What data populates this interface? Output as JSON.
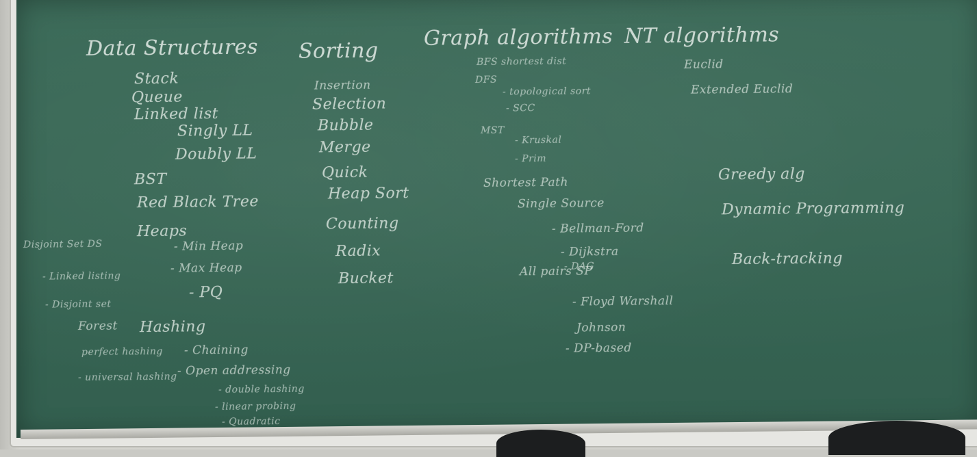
{
  "board": {
    "columns": [
      {
        "id": "data-structures",
        "title": "Data Structures",
        "items": [
          "Stack",
          "Queue",
          "Linked list",
          "Singly LL",
          "Doubly LL",
          "BST",
          "Red Black Tree",
          "Heaps",
          "- Min Heap",
          "- Max Heap",
          "- PQ",
          "Disjoint Set DS",
          "- Linked listing",
          "- Disjoint set",
          "Forest",
          "Hashing",
          "- Chaining",
          "- Open addressing",
          "- double hashing",
          "- linear probing",
          "- Quadratic",
          "perfect hashing",
          "- universal hashing"
        ]
      },
      {
        "id": "sorting",
        "title": "Sorting",
        "items": [
          "Insertion",
          "Selection",
          "Bubble",
          "Merge",
          "Quick",
          "Heap Sort",
          "Counting",
          "Radix",
          "Bucket"
        ]
      },
      {
        "id": "graph-algorithms",
        "title": "Graph algorithms",
        "items": [
          "BFS shortest dist",
          "DFS",
          "- topological sort",
          "- SCC",
          "MST",
          "- Kruskal",
          "- Prim",
          "Shortest Path",
          "Single Source",
          "- Bellman-Ford",
          "- Dijkstra",
          "- DAG",
          "All pairs SP",
          "- Floyd Warshall",
          "Johnson",
          "- DP-based"
        ]
      },
      {
        "id": "nt-algorithms",
        "title": "NT algorithms",
        "items": [
          "Euclid",
          "Extended Euclid",
          "Greedy alg",
          "Dynamic Programming",
          "Back-tracking"
        ]
      }
    ]
  }
}
